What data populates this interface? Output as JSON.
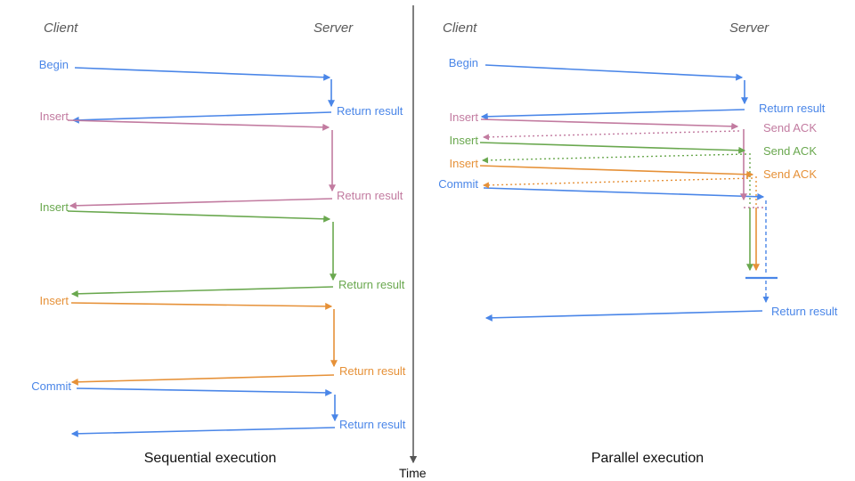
{
  "colors": {
    "blue": "#4a86e8",
    "pink": "#c27ba0",
    "green": "#6aa84f",
    "orange": "#e69138",
    "header_gray": "#595959",
    "caption_black": "#111111",
    "axis_gray": "#555555"
  },
  "time_label": "Time",
  "sequential": {
    "client_header": "Client",
    "server_header": "Server",
    "caption": "Sequential execution",
    "steps": [
      {
        "label": "Begin",
        "color": "#4a86e8",
        "server_label": "Return result"
      },
      {
        "label": "Insert",
        "color": "#c27ba0",
        "server_label": "Return result"
      },
      {
        "label": "Insert",
        "color": "#6aa84f",
        "server_label": "Return result"
      },
      {
        "label": "Insert",
        "color": "#e69138",
        "server_label": "Return result"
      },
      {
        "label": "Commit",
        "color": "#4a86e8",
        "server_label": "Return result"
      }
    ]
  },
  "parallel": {
    "client_header": "Client",
    "server_header": "Server",
    "caption": "Parallel execution",
    "steps": [
      {
        "label": "Begin",
        "color": "#4a86e8",
        "server_label": "Return result"
      },
      {
        "label": "Insert",
        "color": "#c27ba0",
        "server_label": "Send ACK"
      },
      {
        "label": "Insert",
        "color": "#6aa84f",
        "server_label": "Send ACK"
      },
      {
        "label": "Insert",
        "color": "#e69138",
        "server_label": "Send ACK"
      },
      {
        "label": "Commit",
        "color": "#4a86e8",
        "server_label": "Return result"
      }
    ]
  }
}
